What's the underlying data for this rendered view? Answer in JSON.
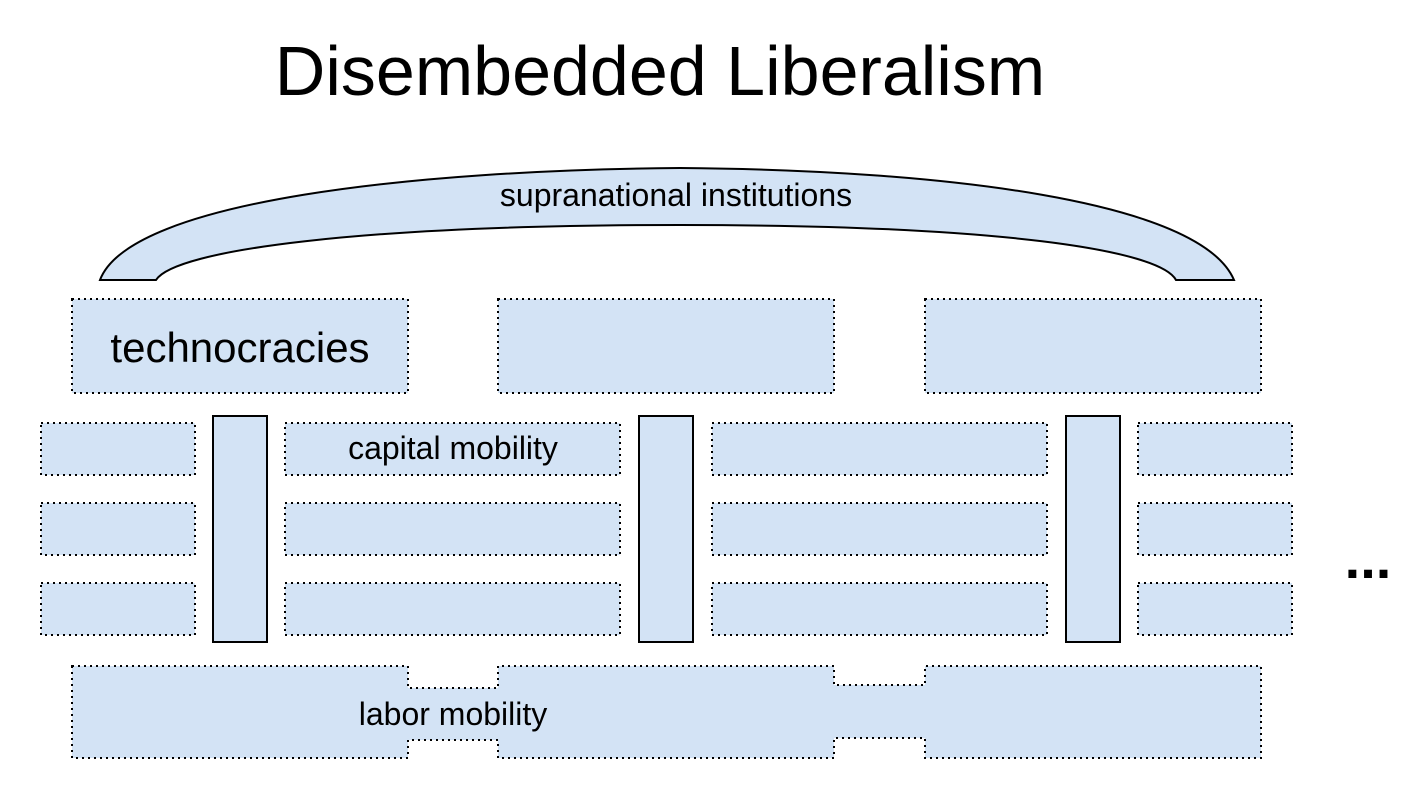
{
  "title": "Disembedded Liberalism",
  "labels": {
    "arch": "supranational institutions",
    "top_box": "technocracies",
    "middle_row": "capital mobility",
    "bottom_band": "labor mobility",
    "continuation": "..."
  },
  "colors": {
    "fill": "#d3e3f5",
    "stroke": "#000000",
    "background": "#ffffff"
  }
}
